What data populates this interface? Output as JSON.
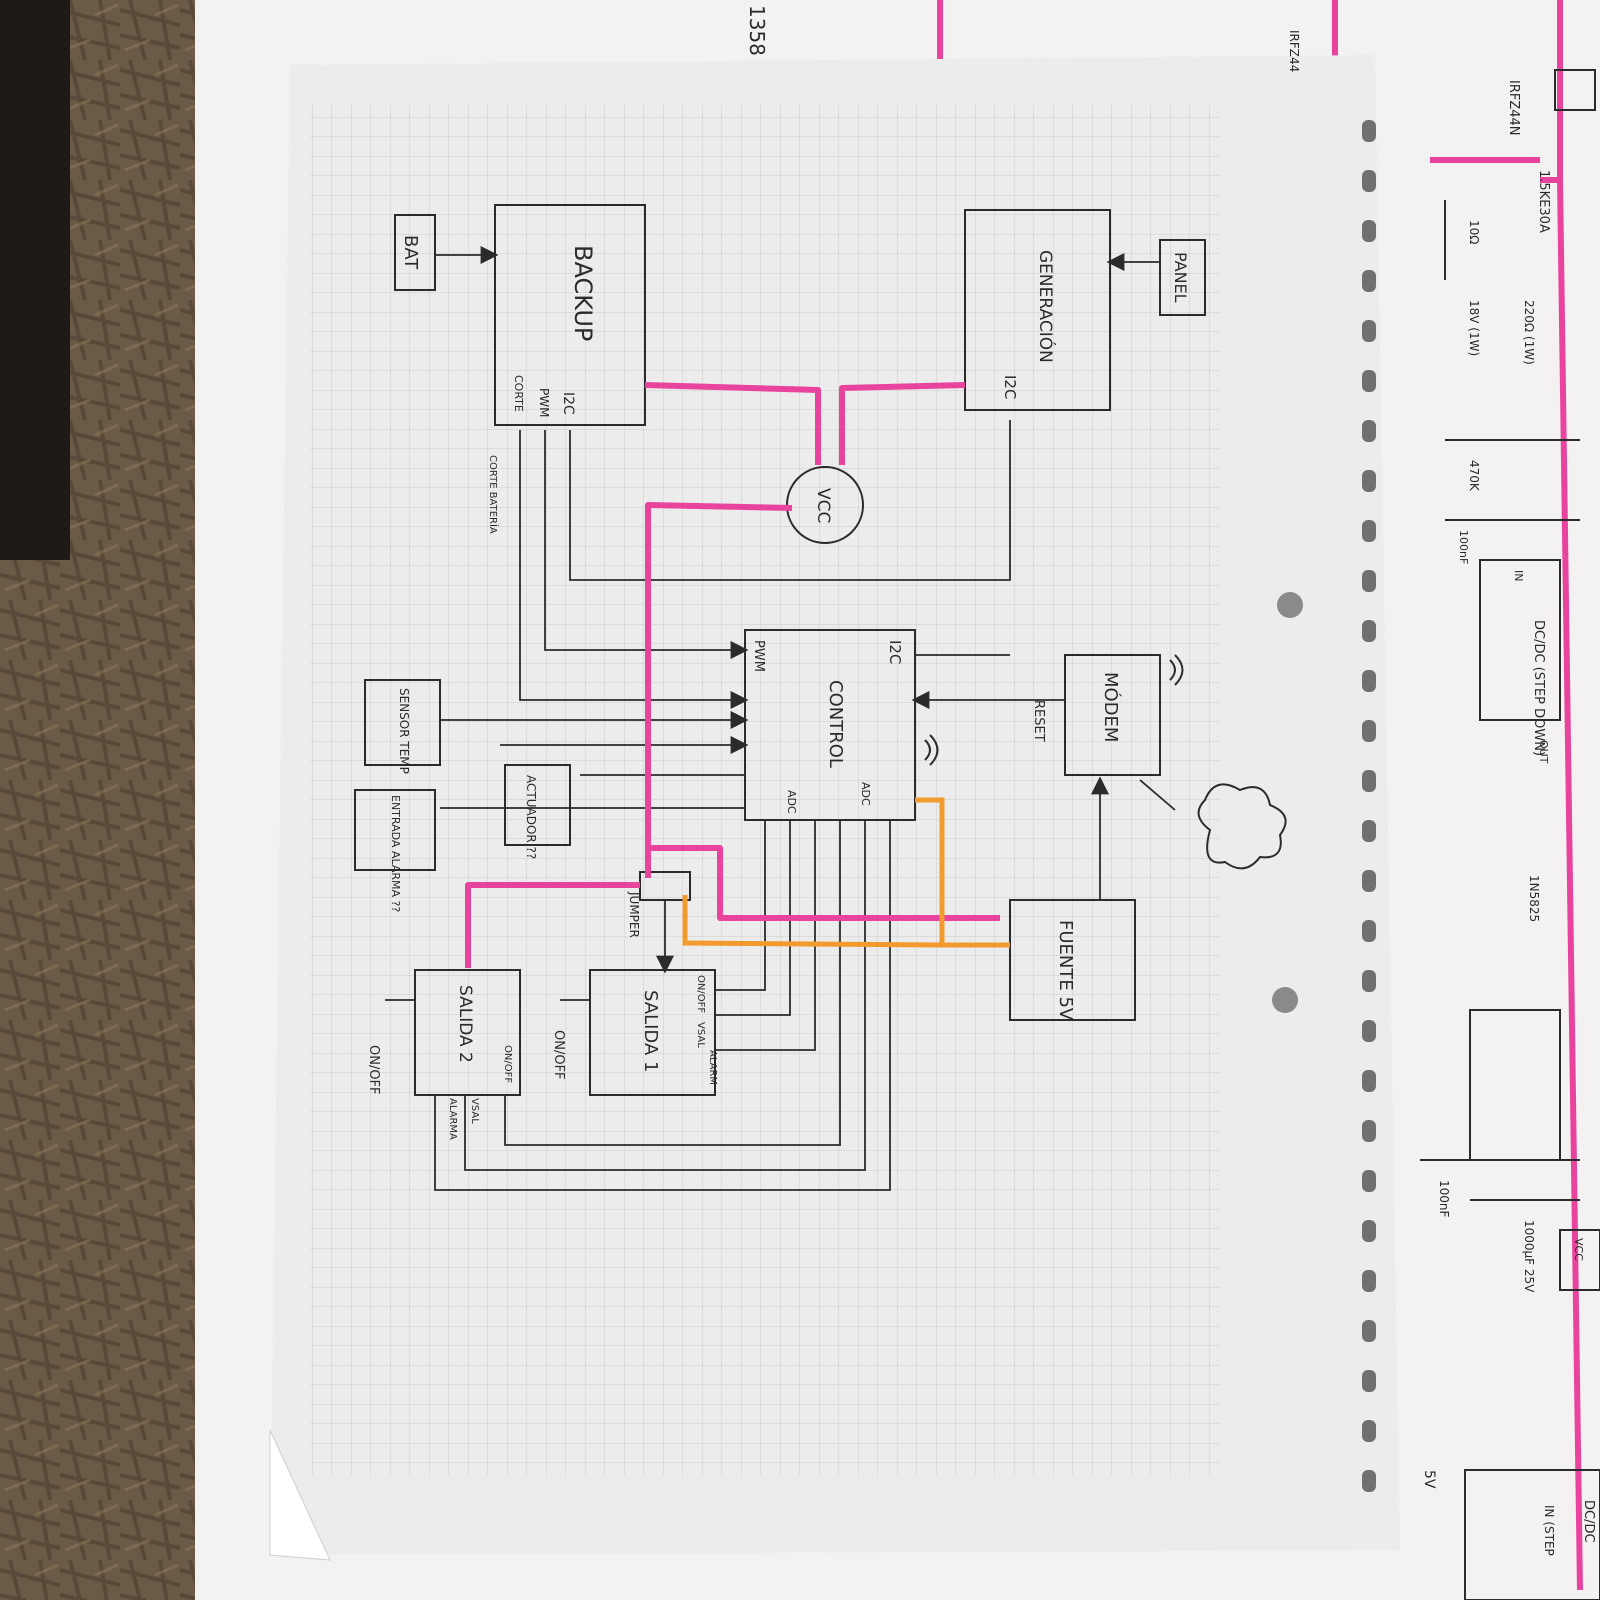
{
  "colors": {
    "wood_dark": "#1e1a17",
    "wood": "#6b5a45",
    "paper": "#ececec",
    "grid_line": "#c9c9c9",
    "ink": "#2b2b2b",
    "pink": "#e8449e",
    "orange": "#f29a2e"
  },
  "blocks": {
    "bat": "BAT",
    "backup": "BACKUP",
    "backup_i2c": "I2C",
    "backup_pwm": "PWM",
    "backup_corte": "CORTE",
    "corte_bateria": "CORTE BATERÍA",
    "panel": "PANEL",
    "generacion": "GENERACIÓN",
    "generacion_i2c": "I2C",
    "vcc": "VCC",
    "control": "CONTROL",
    "control_i2c": "I2C",
    "control_pwm": "PWM",
    "control_adc1": "ADC",
    "control_adc2": "ADC",
    "modem": "MÓDEM",
    "reset": "RESET",
    "sensor_temp": "SENSOR TEMP",
    "actuador": "ACTUADOR ??",
    "entrada_alarma": "ENTRADA ALARMA ??",
    "jumper": "JUMPER",
    "fuente_5v": "FUENTE 5V",
    "salida1": "SALIDA 1",
    "salida1_onoff": "ON/OFF",
    "salida1_vsal": "VSAL",
    "salida1_alarm": "ALARM",
    "salida2": "SALIDA 2",
    "salida2_onoff": "ON/OFF",
    "salida2_vsal": "VSAL",
    "salida2_alarma": "ALARMA",
    "switch1": "ON/OFF",
    "switch2": "ON/OFF"
  },
  "schematic_notes": {
    "n1": "1.5KE30A",
    "n2": "IRFZ44N",
    "n3": "10Ω",
    "n4": "220Ω (1W)",
    "n5": "18V (1W)",
    "n6": "470K",
    "n7": "100nF",
    "n8": "DC/DC (STEP DOWN)",
    "n9": "IN",
    "n10": "OUT",
    "n11": "1N5825",
    "n12": "100nF",
    "n13": "1000μF 25V",
    "n14": "VCC",
    "n15": "5V",
    "n16": "DC/DC",
    "n17": "IN (STEP",
    "n18": "1358",
    "n19": "IRFZ44"
  }
}
